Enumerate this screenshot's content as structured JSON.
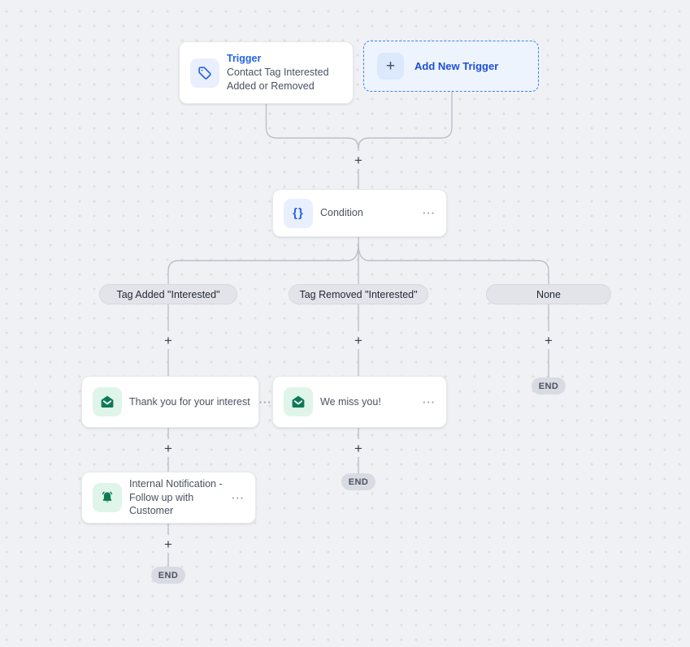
{
  "flow": {
    "trigger_card": {
      "title": "Trigger",
      "subtitle": "Contact Tag Interested Added or Removed"
    },
    "add_trigger_button": {
      "label": "Add New Trigger"
    },
    "condition_card": {
      "title": "Condition"
    },
    "branches": [
      {
        "label": "Tag Added \"Interested\""
      },
      {
        "label": "Tag Removed \"Interested\""
      },
      {
        "label": "None"
      }
    ],
    "email_card_interest": {
      "title": "Thank you for your interest"
    },
    "email_card_miss": {
      "title": "We miss you!"
    },
    "notification_card": {
      "title": "Internal Notification - Follow up with Customer"
    },
    "end_label": "END"
  },
  "icons": {
    "plus": "+",
    "more": "···",
    "braces": "{}"
  },
  "colors": {
    "accent_blue": "#2563eb",
    "add_trigger_blue": "#1d4ed8",
    "green": "#0e7a55",
    "mint_bg": "#e0f5ea",
    "blue_icon_bg": "#e9effc",
    "canvas_bg": "#f0f1f4",
    "connector": "#bcc0c9",
    "pill_bg": "#e3e4e9",
    "end_bg": "#d8dbe1"
  }
}
